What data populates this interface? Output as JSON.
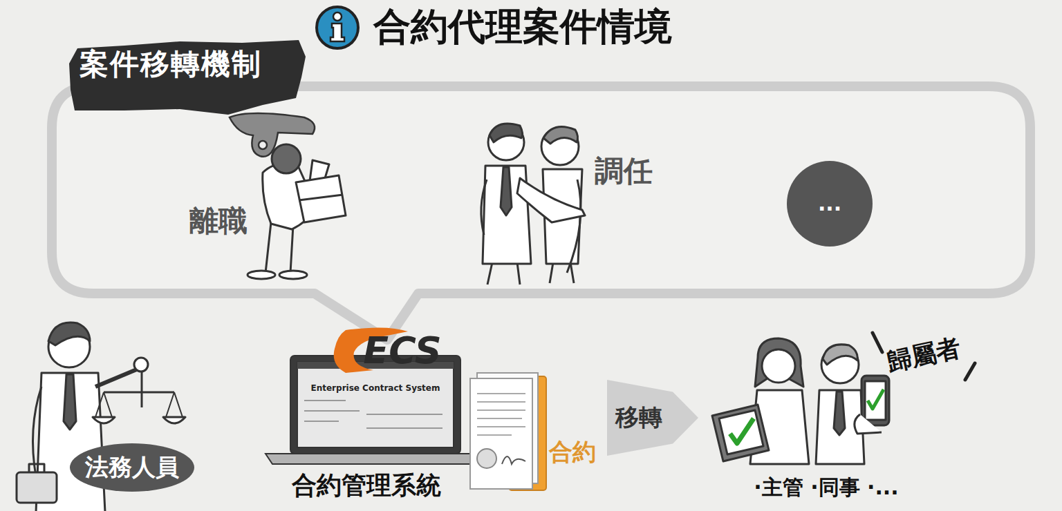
{
  "diagram": {
    "title": "合約代理案件情境",
    "nodes": [
      {
        "text": [
          "案件移轉機制"
        ]
      },
      {
        "text": [
          "..."
        ],
        "in": 0
      },
      {
        "text": [
          "法務人員"
        ]
      },
      {
        "text": [
          "移轉"
        ]
      }
    ],
    "labels": [
      "離職",
      "調任",
      "ECS",
      "Enterprise Contract System",
      "合約管理系統",
      "合約",
      "·主管 ·同事 ·...",
      "歸屬者"
    ]
  }
}
